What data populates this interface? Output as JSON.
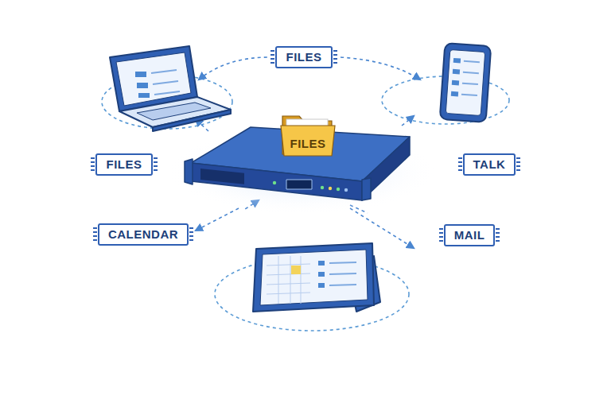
{
  "diagram": {
    "nodes": [
      {
        "text": [
          "FILES"
        ]
      },
      {
        "text": [
          "FILES"
        ]
      },
      {
        "text": [
          "FILES"
        ]
      },
      {
        "text": [
          "TALK"
        ]
      },
      {
        "text": [
          "CALENDAR"
        ]
      },
      {
        "text": [
          "MAIL"
        ]
      }
    ]
  }
}
